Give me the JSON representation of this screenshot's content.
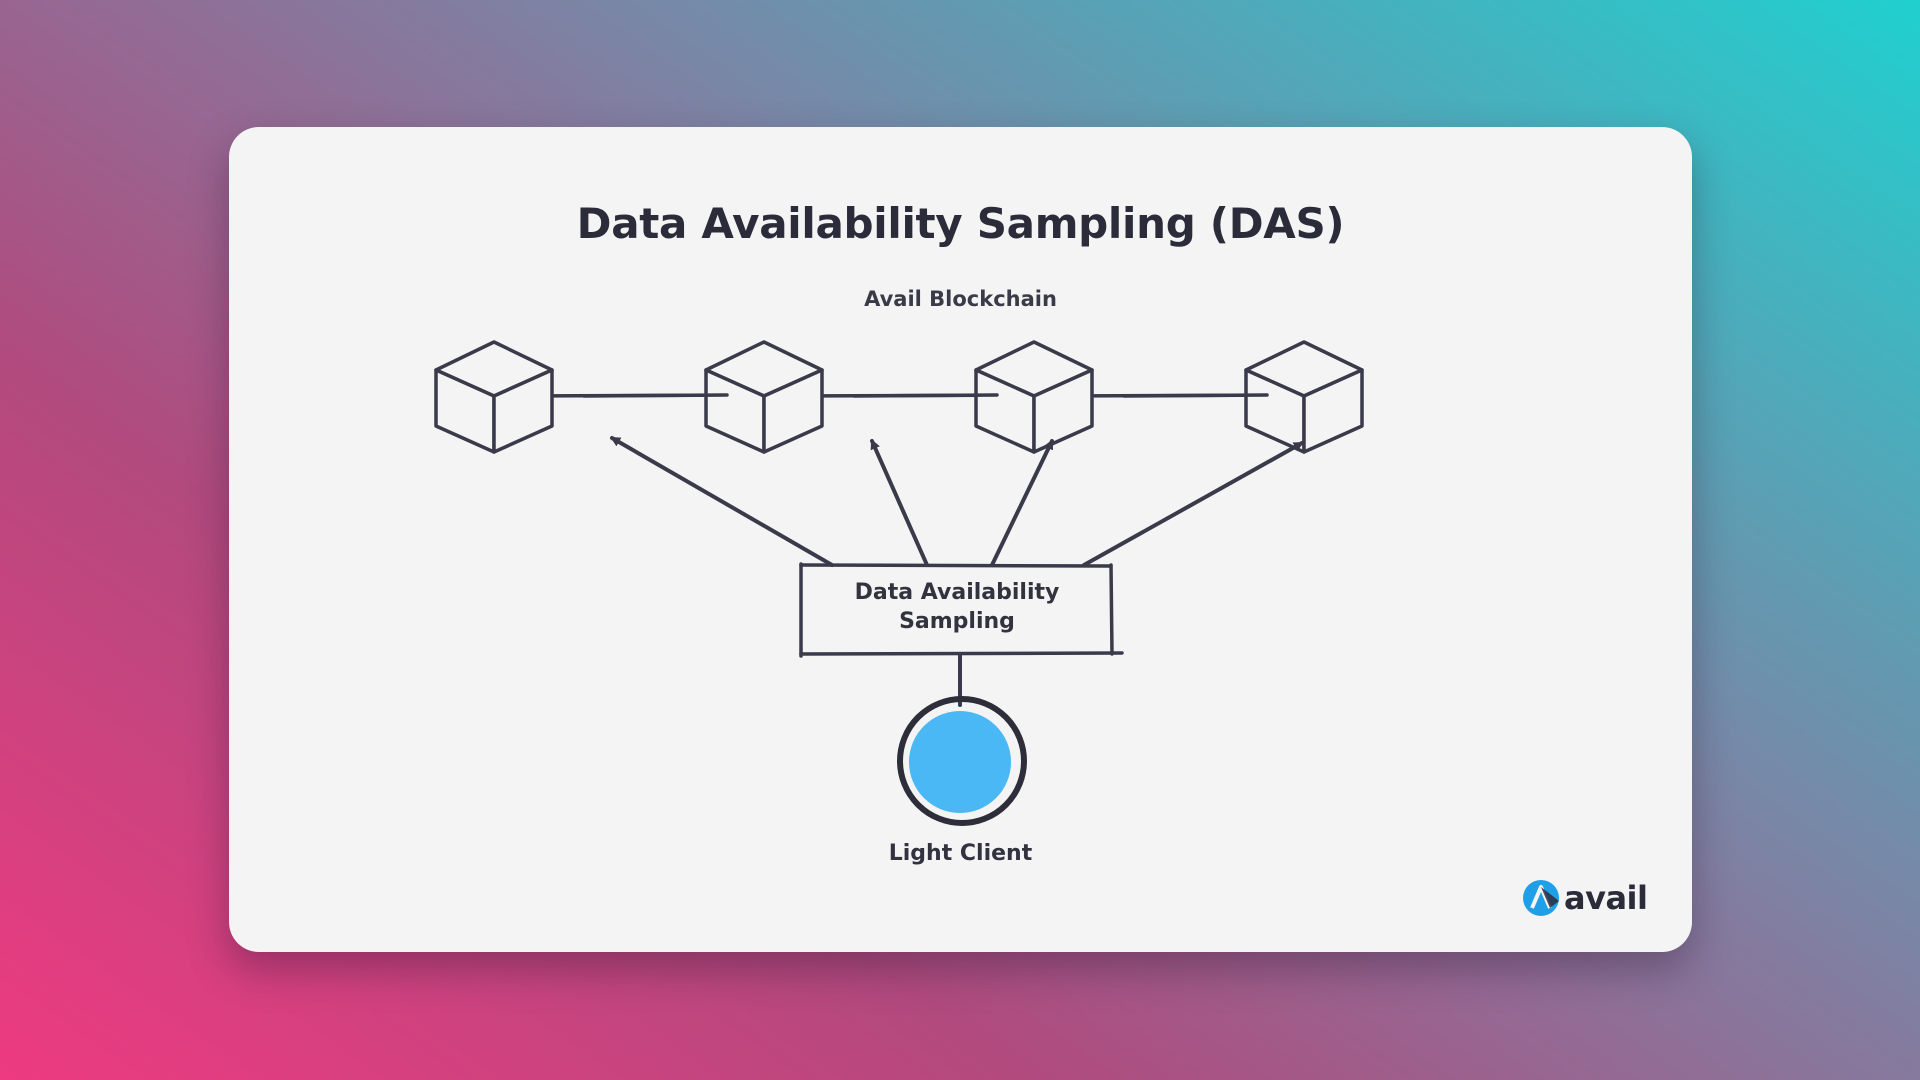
{
  "diagram": {
    "title": "Data Availability Sampling (DAS)",
    "chain_label": "Avail Blockchain",
    "block_count": 4,
    "das_box_label": "Data Availability Sampling",
    "light_client_label": "Light Client",
    "colors": {
      "ink": "#3a3a4a",
      "light_client_fill": "#4ab8f5",
      "card_background": "#f4f4f4"
    },
    "icons": [
      "block-cube-icon",
      "light-client-circle-icon",
      "avail-logo-icon"
    ]
  },
  "logo": {
    "text": "avail"
  }
}
